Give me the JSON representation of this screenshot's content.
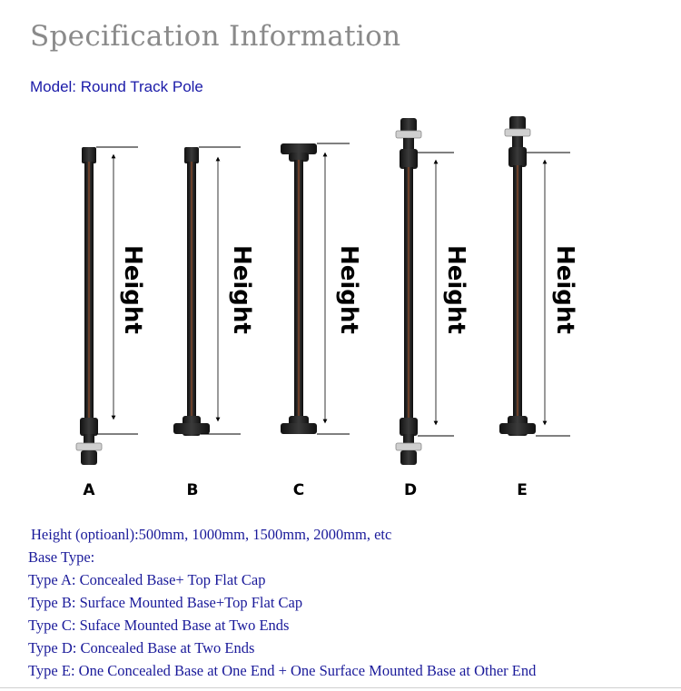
{
  "header": {
    "title": "Specification Information",
    "model": "Model: Round Track Pole"
  },
  "diagram": {
    "height_label": "Height",
    "poles": [
      {
        "letter": "A",
        "top": "flat-cap",
        "bottom": "concealed-base"
      },
      {
        "letter": "B",
        "top": "flat-cap",
        "bottom": "surface-base"
      },
      {
        "letter": "C",
        "top": "surface-base",
        "bottom": "surface-base"
      },
      {
        "letter": "D",
        "top": "concealed-base",
        "bottom": "concealed-base"
      },
      {
        "letter": "E",
        "top": "concealed-base",
        "bottom": "surface-base"
      }
    ],
    "colors": {
      "pole": "#1a1a1a",
      "stripe": "#8a4a2a",
      "clip": "#cfcfcf"
    }
  },
  "specs": {
    "height_line": "Height (optioanl):500mm, 1000mm, 1500mm, 2000mm, etc",
    "base_type_heading": "Base Type:",
    "types": [
      "Type A: Concealed Base+ Top Flat Cap",
      "Type B: Surface Mounted Base+Top Flat Cap",
      "Type C: Suface Mounted Base at Two Ends",
      "Type D: Concealed Base at Two Ends",
      "Type E: One Concealed Base at One End + One Surface Mounted Base at Other End"
    ]
  }
}
